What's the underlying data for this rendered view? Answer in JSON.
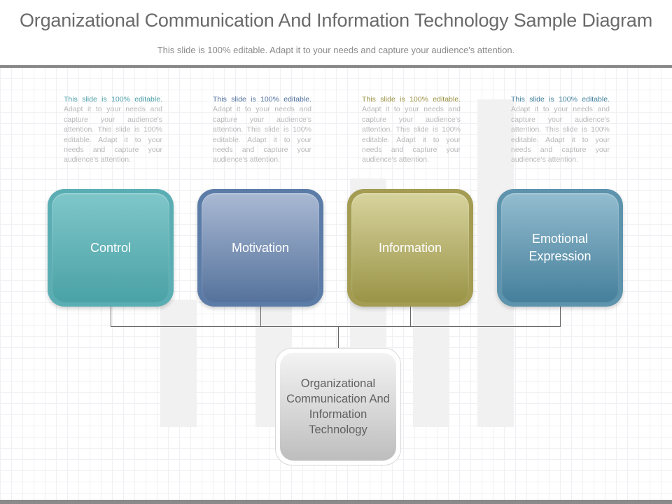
{
  "header": {
    "title": "Organizational Communication And Information Technology Sample Diagram",
    "subtitle": "This slide is 100% editable. Adapt it to your needs and capture your audience's attention."
  },
  "columns": [
    {
      "label": "Control",
      "desc_highlight": "This slide is 100% editable.",
      "desc_rest": " Adapt it to your needs and capture your audience's attention. This slide is 100% editable. Adapt it to your needs and capture your audience's attention.",
      "accent": "#4a9fa8",
      "gradient_top": "#7fc6c9",
      "gradient_bottom": "#4aa2a6",
      "border": "#5aaeb3"
    },
    {
      "label": "Motivation",
      "desc_highlight": "This slide is 100% editable.",
      "desc_rest": " Adapt it to your needs and capture your audience's attention. This slide is 100% editable. Adapt it to your needs and capture your audience's attention.",
      "accent": "#4e6e9a",
      "gradient_top": "#a9b9d3",
      "gradient_bottom": "#55729c",
      "border": "#5c7ca8"
    },
    {
      "label": "Information",
      "desc_highlight": "This slide is 100% editable.",
      "desc_rest": " Adapt it to your needs and capture your audience's attention. This slide is 100% editable. Adapt it to your needs and capture your audience's attention.",
      "accent": "#9a9040",
      "gradient_top": "#d7d39d",
      "gradient_bottom": "#9a9447",
      "border": "#a39c52"
    },
    {
      "label": "Emotional Expression",
      "desc_highlight": "This slide is 100% editable.",
      "desc_rest": " Adapt it to your needs and capture your audience's attention. This slide is 100% editable. Adapt it to your needs and capture your audience's attention.",
      "accent": "#3f7f9a",
      "gradient_top": "#93bccf",
      "gradient_bottom": "#457f9b",
      "border": "#5d93ad"
    }
  ],
  "center": {
    "label": "Organizational Communication And Information Technology"
  }
}
